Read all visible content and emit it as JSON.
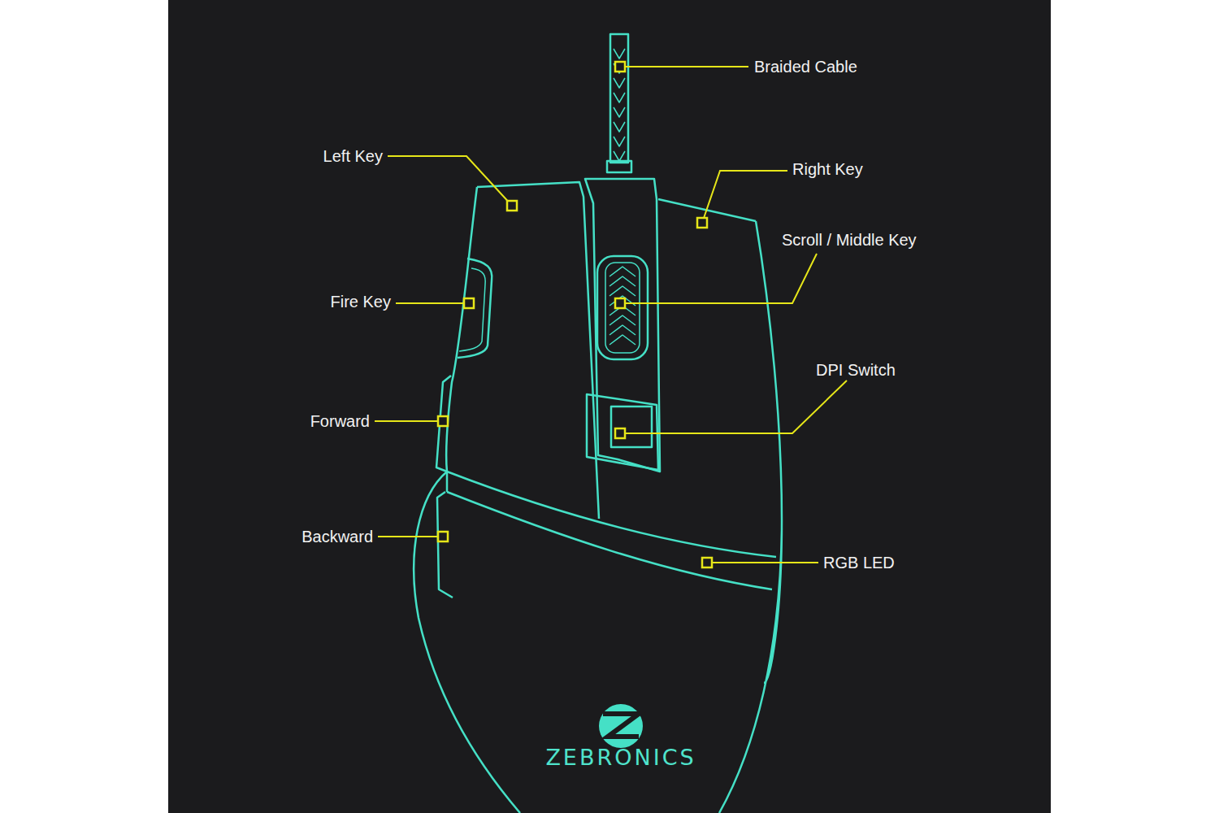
{
  "diagram": {
    "labels": [
      "Braided Cable",
      "Left Key",
      "Right Key",
      "Scroll / Middle Key",
      "Fire Key",
      "DPI Switch",
      "Forward",
      "Backward",
      "RGB LED",
      "ZEBRONICS"
    ]
  }
}
